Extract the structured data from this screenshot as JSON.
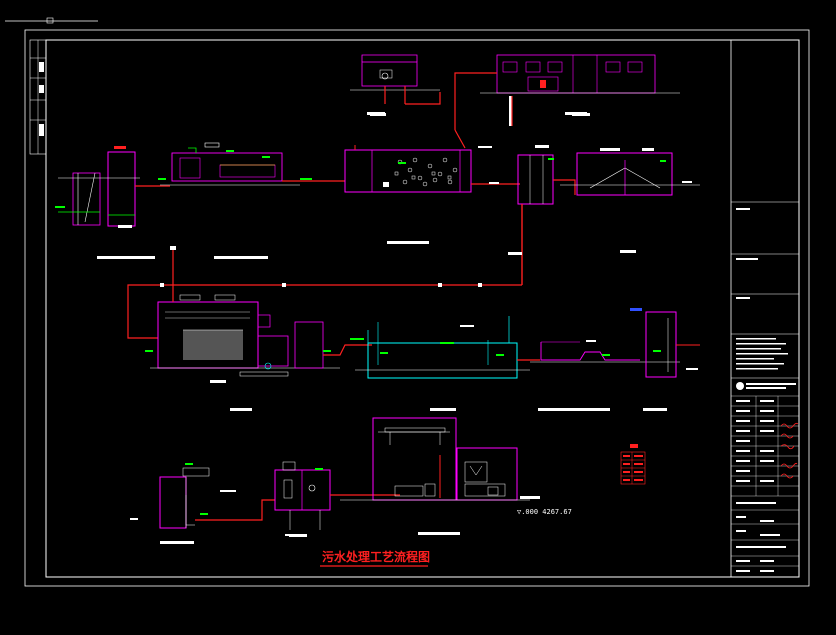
{
  "drawing": {
    "title": "污水处理工艺流程图",
    "elevation_note": "▽.000 4267.67"
  },
  "colors": {
    "background": "#000000",
    "frame": "#ffffff",
    "structure": "#ff00ff",
    "pipe": "#ff2020",
    "marker": "#00ff00",
    "cyan": "#00ffff",
    "blue": "#3050ff",
    "yellow": "#ffff00"
  },
  "legend": {
    "rows": 4
  }
}
